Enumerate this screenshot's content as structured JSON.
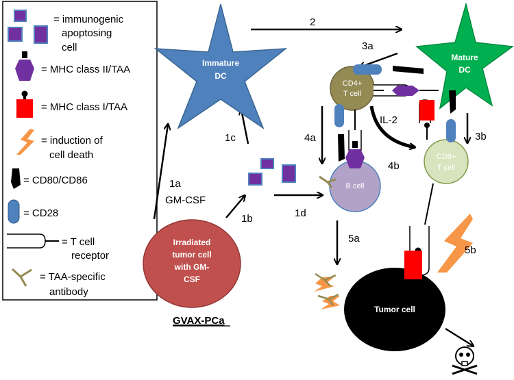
{
  "legend": {
    "apoptosing": [
      "= immunogenic",
      "apoptosing",
      "cell"
    ],
    "mhc2": "= MHC class II/TAA",
    "mhc1": "= MHC class I/TAA",
    "death": [
      "= induction of",
      "cell death"
    ],
    "cd80": "= CD80/CD86",
    "cd28": "= CD28",
    "tcr": [
      "= T cell",
      "receptor"
    ],
    "antibody": [
      "= TAA-specific",
      "antibody"
    ]
  },
  "cells": {
    "immature_dc": [
      "Immature",
      "DC"
    ],
    "mature_dc": [
      "Mature",
      "DC"
    ],
    "cd4": [
      "CD4+",
      "T cell"
    ],
    "cd8": [
      "CD8+",
      "T cell"
    ],
    "b_cell": "B cell",
    "irradiated": [
      "Irradiated",
      "tumor cell",
      "with GM-",
      "CSF"
    ],
    "tumor": "Tumor cell"
  },
  "steps": {
    "s2": "2",
    "s3a": "3a",
    "s3b": "3b",
    "s1a": [
      "1a",
      "GM-CSF"
    ],
    "s1b": "1b",
    "s1c": "1c",
    "s1d": "1d",
    "s4a": "4a",
    "s4b": "4b",
    "il2": "IL-2",
    "s5a": "5a",
    "s5b": "5b"
  },
  "caption": "GVAX-PCa",
  "colors": {
    "immature_dc": "#4f81bd",
    "mature_dc": "#00b050",
    "cd4": "#948a54",
    "cd8": "#d7e4bd",
    "b_cell": "#b3a2c7",
    "irradiated": "#c0504d",
    "apoptosing": "#7030a0",
    "apoptosing_border": "#4f81bd",
    "mhc1": "#ff0000",
    "death": "#f79646",
    "cd28": "#4f81bd",
    "antibody": "#938953"
  }
}
